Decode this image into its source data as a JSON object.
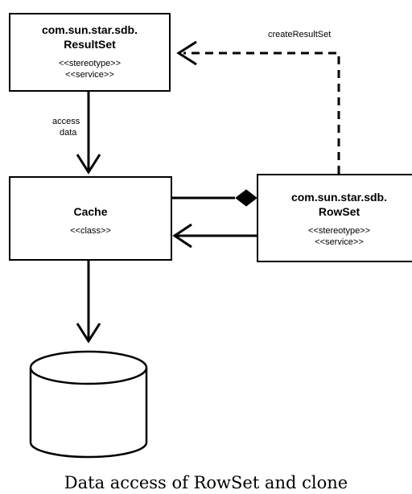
{
  "nodes": {
    "resultset": {
      "name_line1": "com.sun.star.sdb.",
      "name_line2": "ResultSet",
      "stereotype": "<<stereotype>>",
      "kind": "<<service>>"
    },
    "cache": {
      "name": "Cache",
      "kind": "<<class>>"
    },
    "rowset": {
      "name_line1": "com.sun.star.sdb.",
      "name_line2": "RowSet",
      "stereotype": "<<stereotype>>",
      "kind": "<<service>>"
    },
    "database": {
      "shape": "cylinder"
    }
  },
  "edges": {
    "create": {
      "label": "createResultSet",
      "style": "dashed",
      "from": "rowset",
      "to": "resultset"
    },
    "access": {
      "label_line1": "access",
      "label_line2": "data",
      "style": "solid",
      "from": "resultset",
      "to": "cache"
    },
    "composition": {
      "style": "solid-diamond",
      "from": "cache",
      "to": "rowset"
    },
    "rowset_to_cache": {
      "style": "solid",
      "from": "rowset",
      "to": "cache"
    },
    "cache_to_db": {
      "style": "solid",
      "from": "cache",
      "to": "database"
    }
  },
  "caption": "Data access of RowSet and clone"
}
